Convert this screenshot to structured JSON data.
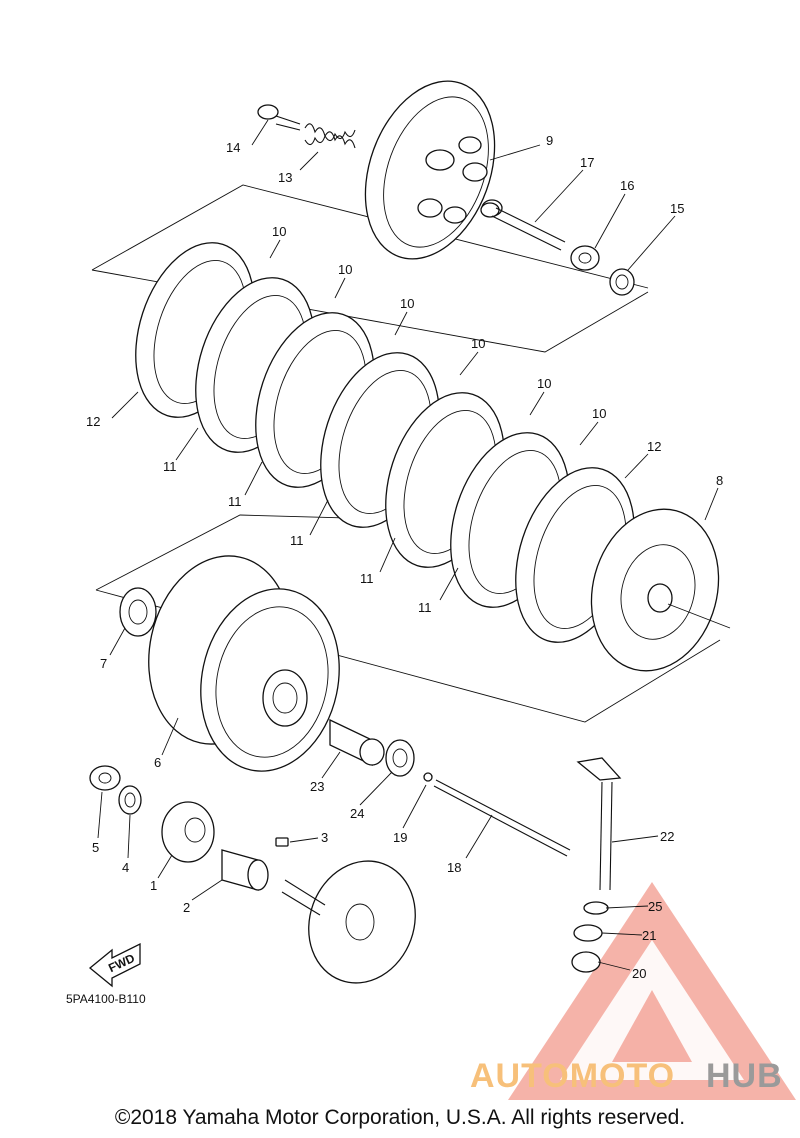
{
  "diagram": {
    "callouts": [
      {
        "id": "c14",
        "text": "14"
      },
      {
        "id": "c13",
        "text": "13"
      },
      {
        "id": "c9",
        "text": "9"
      },
      {
        "id": "c17",
        "text": "17"
      },
      {
        "id": "c16",
        "text": "16"
      },
      {
        "id": "c15",
        "text": "15"
      },
      {
        "id": "c10a",
        "text": "10"
      },
      {
        "id": "c10b",
        "text": "10"
      },
      {
        "id": "c10c",
        "text": "10"
      },
      {
        "id": "c10d",
        "text": "10"
      },
      {
        "id": "c10e",
        "text": "10"
      },
      {
        "id": "c10f",
        "text": "10"
      },
      {
        "id": "c12a",
        "text": "12"
      },
      {
        "id": "c12b",
        "text": "12"
      },
      {
        "id": "c11a",
        "text": "11"
      },
      {
        "id": "c11b",
        "text": "11"
      },
      {
        "id": "c11c",
        "text": "11"
      },
      {
        "id": "c11d",
        "text": "11"
      },
      {
        "id": "c11e",
        "text": "11"
      },
      {
        "id": "c8",
        "text": "8"
      },
      {
        "id": "c7",
        "text": "7"
      },
      {
        "id": "c6",
        "text": "6"
      },
      {
        "id": "c23",
        "text": "23"
      },
      {
        "id": "c24",
        "text": "24"
      },
      {
        "id": "c19",
        "text": "19"
      },
      {
        "id": "c18",
        "text": "18"
      },
      {
        "id": "c22",
        "text": "22"
      },
      {
        "id": "c5",
        "text": "5"
      },
      {
        "id": "c4",
        "text": "4"
      },
      {
        "id": "c1",
        "text": "1"
      },
      {
        "id": "c2",
        "text": "2"
      },
      {
        "id": "c3",
        "text": "3"
      },
      {
        "id": "c25",
        "text": "25"
      },
      {
        "id": "c21",
        "text": "21"
      },
      {
        "id": "c20",
        "text": "20"
      }
    ],
    "fwd_label": "FWD",
    "diagram_code": "5PA4100-B110"
  },
  "watermark": {
    "text_auto": "AUTOMOTO",
    "text_hub": "HUB",
    "color_primary": "#f29a8c",
    "color_auto": "#f7c07a",
    "color_hub": "#9a9a9a"
  },
  "footer": {
    "copyright": "©2018 Yamaha Motor Corporation, U.S.A. All rights reserved."
  }
}
